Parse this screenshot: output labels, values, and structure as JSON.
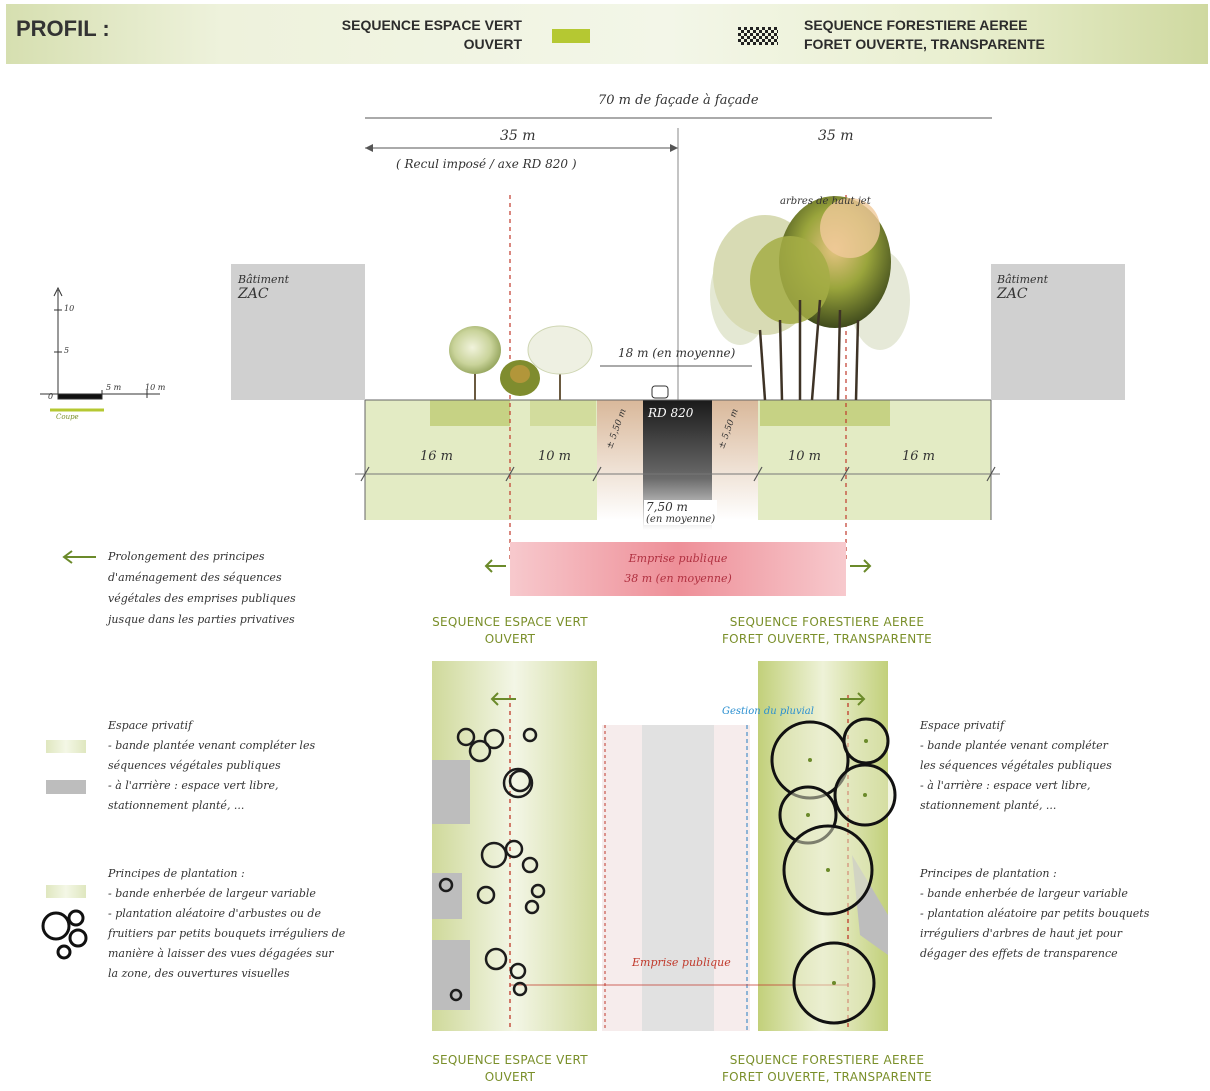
{
  "header": {
    "title": "PROFIL :",
    "legend1": [
      "SEQUENCE ESPACE VERT",
      "OUVERT"
    ],
    "legend2": [
      "SEQUENCE FORESTIERE AEREE",
      "FORET OUVERTE, TRANSPARENTE"
    ],
    "legend1_color": "#b5c832"
  },
  "section": {
    "overall_dim": "70 m de façade à façade",
    "left_dim": "35 m",
    "right_dim": "35 m",
    "setback_note": "( Recul imposé / axe RD 820 )",
    "road_width": "18 m (en moyenne)",
    "road_label": "RD 820",
    "carriageway": [
      "7,50 m",
      "(en moyenne)"
    ],
    "verge_left": "± 5,50 m",
    "verge_right": "± 5,50 m",
    "building_left": [
      "Bâtiment",
      "ZAC"
    ],
    "building_right": [
      "Bâtiment",
      "ZAC"
    ],
    "bands": [
      "16 m",
      "10 m",
      "10 m",
      "16 m"
    ],
    "emprise": [
      "Emprise publique",
      "38 m (en moyenne)"
    ],
    "scale_labels": [
      "10",
      "5",
      "0",
      "5 m",
      "10 m"
    ],
    "scale_caption": "Coupe",
    "tree_note": "arbres de haut jet"
  },
  "left_note": [
    "Prolongement des principes",
    "d'aménagement des séquences",
    "végétales des emprises publiques",
    "jusque dans les parties privatives"
  ],
  "captions": {
    "left_top": [
      "SEQUENCE ESPACE VERT",
      "OUVERT"
    ],
    "right_top": [
      "SEQUENCE FORESTIERE AEREE",
      "FORET OUVERTE, TRANSPARENTE"
    ],
    "left_bottom": [
      "SEQUENCE ESPACE VERT",
      "OUVERT"
    ],
    "right_bottom": [
      "SEQUENCE FORESTIERE AEREE",
      "FORET OUVERTE, TRANSPARENTE"
    ]
  },
  "plan": {
    "gutter_label": "Gestion du pluvial",
    "emprise_label": "Emprise publique"
  },
  "legend_left": {
    "prive_title": "Espace privatif",
    "prive_lines": [
      "- bande plantée venant compléter les",
      "séquences végétales publiques",
      "- à l'arrière : espace vert libre,",
      "stationnement planté, ..."
    ],
    "plant_title": "Principes de plantation :",
    "plant_lines": [
      "- bande enherbée de largeur variable",
      "- plantation aléatoire d'arbustes ou de",
      "fruitiers par petits bouquets irréguliers de",
      "manière à laisser des vues dégagées sur",
      "la zone, des ouvertures visuelles"
    ]
  },
  "legend_right": {
    "prive_title": "Espace privatif",
    "prive_lines": [
      "- bande plantée venant compléter",
      "les séquences végétales publiques",
      "- à l'arrière : espace vert libre,",
      "stationnement planté, ..."
    ],
    "plant_title": "Principes de plantation :",
    "plant_lines": [
      "- bande enherbée de largeur variable",
      "- plantation aléatoire par petits bouquets",
      "irréguliers d'arbres de haut jet pour",
      "dégager des effets de transparence"
    ]
  },
  "colors": {
    "green": "#b5c832",
    "pale_green": "#e6edc9",
    "grey": "#bdbdbd",
    "red_dash": "#c0392b",
    "pink": "#f2a0a8",
    "blue": "#2a8fd0"
  }
}
